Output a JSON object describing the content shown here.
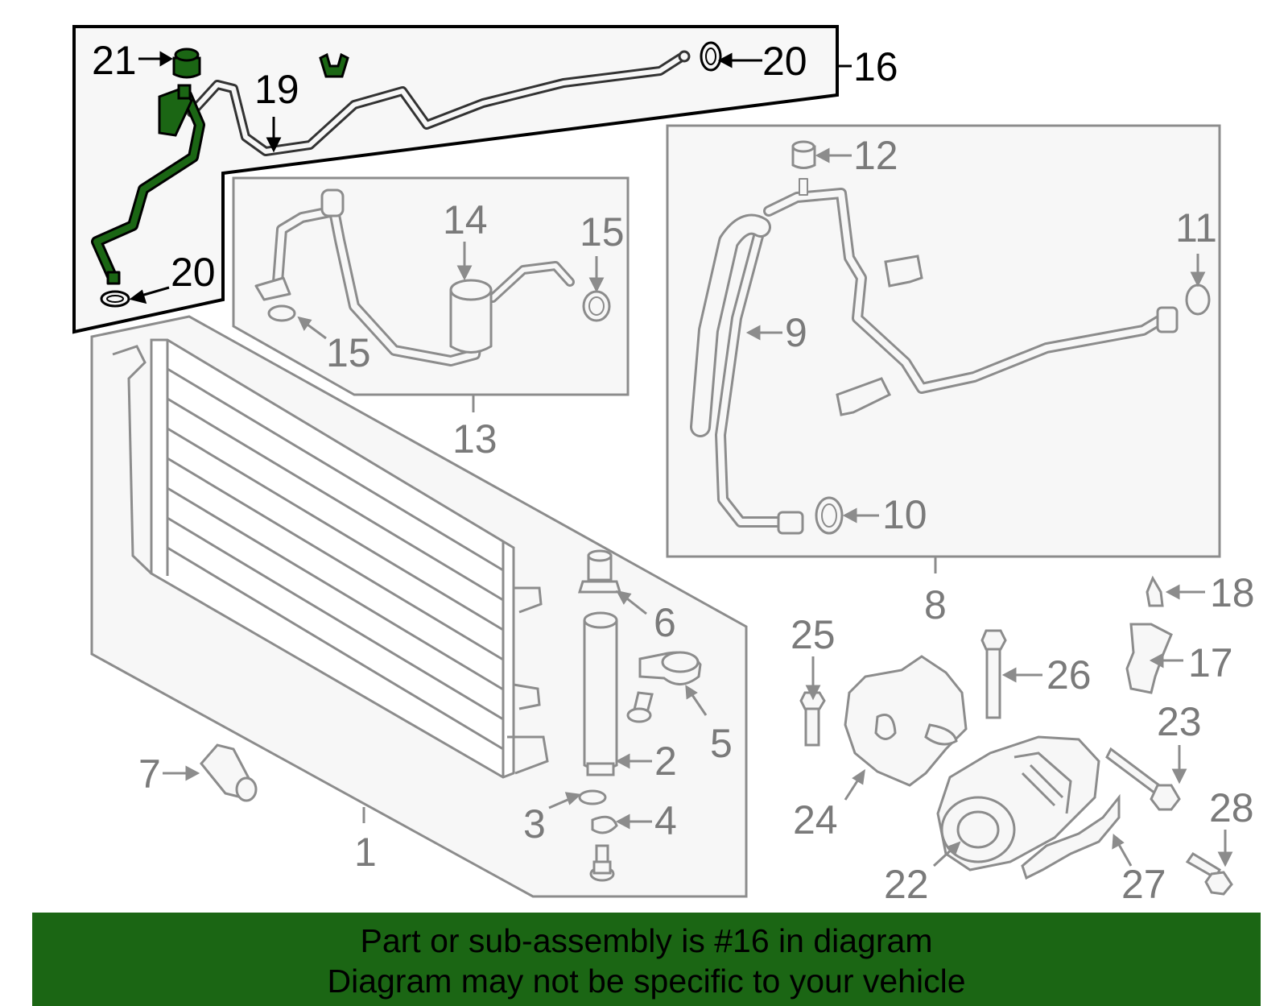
{
  "callouts": {
    "c1": "1",
    "c2": "2",
    "c3": "3",
    "c4": "4",
    "c5": "5",
    "c6": "6",
    "c7": "7",
    "c8": "8",
    "c9": "9",
    "c10": "10",
    "c11": "11",
    "c12": "12",
    "c13": "13",
    "c14": "14",
    "c15a": "15",
    "c15b": "15",
    "c16": "16",
    "c17": "17",
    "c18": "18",
    "c19": "19",
    "c20a": "20",
    "c20b": "20",
    "c21": "21",
    "c22": "22",
    "c23": "23",
    "c24": "24",
    "c25": "25",
    "c26": "26",
    "c27": "27",
    "c28": "28"
  },
  "banner": {
    "line1": "Part or sub-assembly is #16 in diagram",
    "line2": "Diagram may not be specific to your vehicle"
  },
  "colors": {
    "highlight": "#1b6614",
    "part_line": "#8c8c8c",
    "panel_fill": "#f7f7f7"
  }
}
